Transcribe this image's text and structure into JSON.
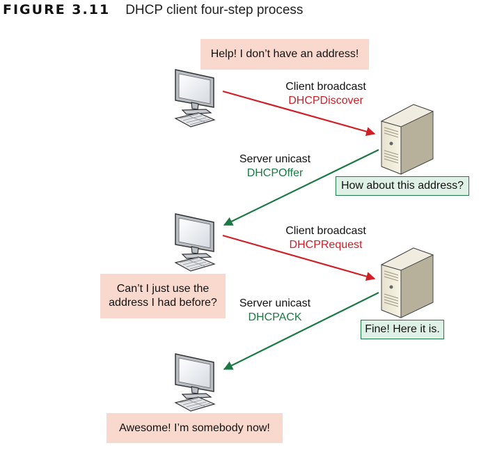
{
  "figure": {
    "label": "FIGURE 3.11",
    "caption": "DHCP client four-step process"
  },
  "messages": [
    {
      "kind": "Client broadcast",
      "name": "DHCPDiscover",
      "color": "#d11f26"
    },
    {
      "kind": "Server unicast",
      "name": "DHCPOffer",
      "color": "#1b7a43"
    },
    {
      "kind": "Client broadcast",
      "name": "DHCPRequest",
      "color": "#d11f26"
    },
    {
      "kind": "Server unicast",
      "name": "DHCPACK",
      "color": "#1b7a43"
    }
  ],
  "bubbles": {
    "client_1": "Help! I don’t have an address!",
    "server_1": "How about this address?",
    "client_2_line1": "Can’t I just use the",
    "client_2_line2": "address I had before?",
    "server_2": "Fine! Here it is.",
    "client_3": "Awesome! I’m somebody now!"
  },
  "icons": {
    "client": "desktop-computer-icon",
    "server": "server-tower-icon"
  },
  "colors": {
    "client_bubble": "#f9d9cd",
    "server_bubble": "#dff1e6",
    "server_bubble_border": "#1e7b45",
    "broadcast_arrow": "#d11f26",
    "unicast_arrow": "#1b7a43"
  }
}
